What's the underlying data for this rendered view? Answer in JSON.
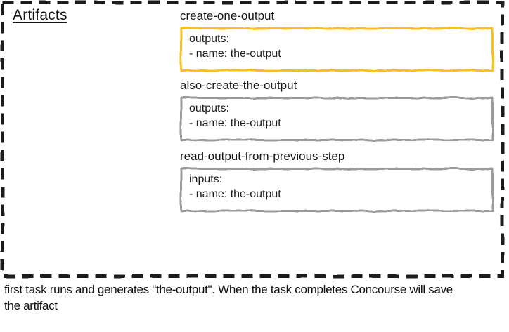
{
  "canvas": {
    "background": "#ffffff",
    "outer_border_color": "#1c1c1c",
    "divider_color": "#a3a3a3"
  },
  "artifacts_panel": {
    "label": "Artifacts"
  },
  "tasks": [
    {
      "title": "create-one-output",
      "border_color": "#fcc018",
      "lines": [
        "outputs:",
        "- name: the-output"
      ]
    },
    {
      "title": "also-create-the-output",
      "border_color": "#9b9b9b",
      "lines": [
        "outputs:",
        "- name: the-output"
      ]
    },
    {
      "title": "read-output-from-previous-step",
      "border_color": "#9b9b9b",
      "lines": [
        "inputs:",
        "- name: the-output"
      ]
    }
  ],
  "caption": {
    "lines": [
      "first task runs and generates \"the-output\". When the task completes Concourse will save",
      "the artifact"
    ]
  }
}
